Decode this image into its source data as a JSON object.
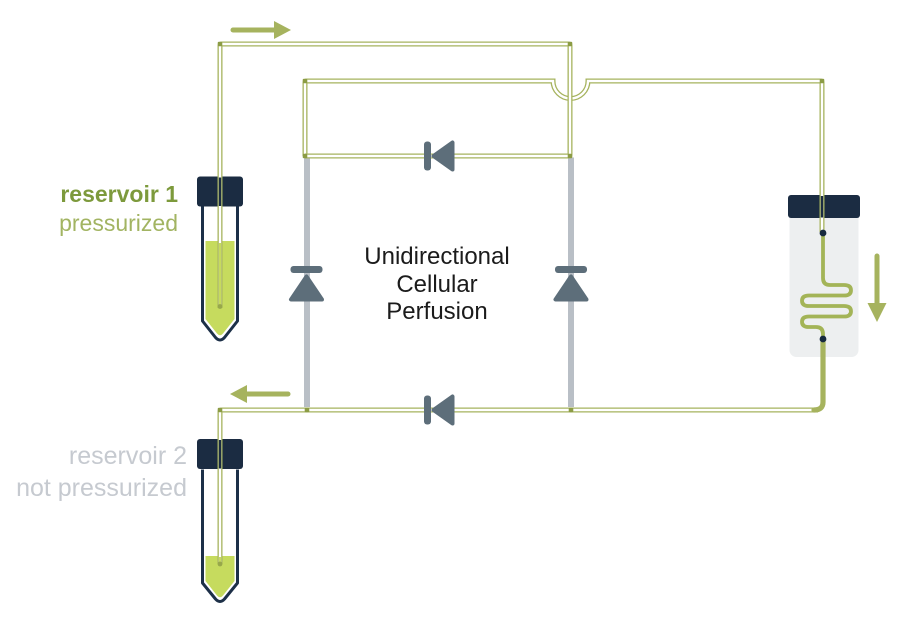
{
  "title": {
    "lines": [
      "Unidirectional",
      "Cellular",
      "Perfusion"
    ]
  },
  "reservoir1": {
    "name": "reservoir 1",
    "status": "pressurized"
  },
  "reservoir2": {
    "name": "reservoir 2",
    "status": "not pressurized"
  },
  "icons": {
    "flow_right": "arrow-right-icon",
    "flow_left": "arrow-left-icon",
    "flow_down": "arrow-down-icon",
    "check_valve": "check-valve-diode-icon"
  },
  "colors": {
    "tubing_olive": "#a6b35e",
    "channel_olive": "#a3b457",
    "junction_olive": "#8c9c45",
    "cap_navy": "#1b2c42",
    "valve_slate": "#5d6e7a",
    "tube_gray": "#b9bfc6",
    "liquid_green": "#c6db5e",
    "chip_body_gray": "#edeff0",
    "label_olive_bold": "#7d9a3c",
    "label_olive": "#a2b462",
    "label_light_gray": "#c6cad0",
    "text_black": "#1b1b1b"
  }
}
